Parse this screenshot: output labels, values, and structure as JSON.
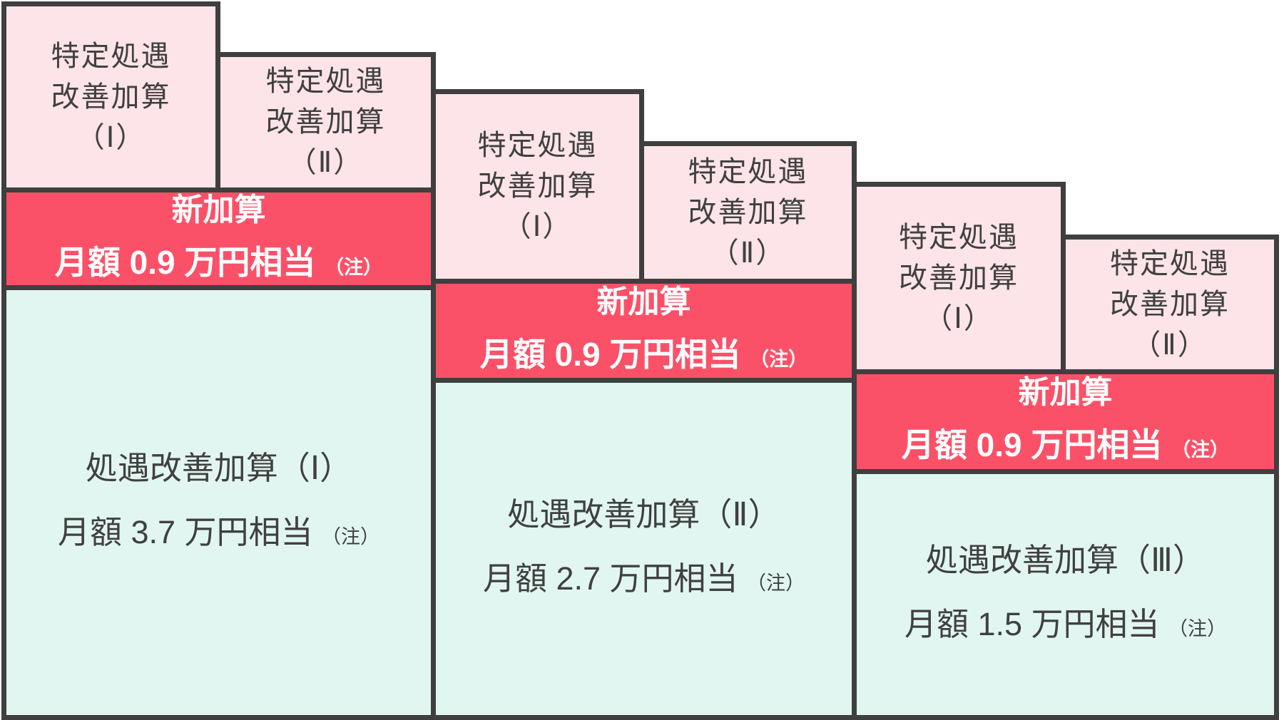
{
  "colors": {
    "background": "#ffffff",
    "light_pink": "#fce4e8",
    "accent_red": "#fb5168",
    "light_mint": "#e2f6f1",
    "border_gray": "#3f3f3f",
    "text_dark": "#404040",
    "text_on_red": "#ffffff"
  },
  "columns": [
    {
      "special_boxes": [
        {
          "lines": [
            "特定処遇",
            "改善加算",
            "（Ⅰ）"
          ]
        },
        {
          "lines": [
            "特定処遇",
            "改善加算",
            "（Ⅱ）"
          ]
        }
      ],
      "new_addition": {
        "title": "新加算",
        "amount": "月額 0.9 万円相当",
        "note": "（注）"
      },
      "base": {
        "name": "処遇改善加算（Ⅰ）",
        "amount": "月額 3.7 万円相当",
        "note": "（注）"
      }
    },
    {
      "special_boxes": [
        {
          "lines": [
            "特定処遇",
            "改善加算",
            "（Ⅰ）"
          ]
        },
        {
          "lines": [
            "特定処遇",
            "改善加算",
            "（Ⅱ）"
          ]
        }
      ],
      "new_addition": {
        "title": "新加算",
        "amount": "月額 0.9 万円相当",
        "note": "（注）"
      },
      "base": {
        "name": "処遇改善加算（Ⅱ）",
        "amount": "月額 2.7 万円相当",
        "note": "（注）"
      }
    },
    {
      "special_boxes": [
        {
          "lines": [
            "特定処遇",
            "改善加算",
            "（Ⅰ）"
          ]
        },
        {
          "lines": [
            "特定処遇",
            "改善加算",
            "（Ⅱ）"
          ]
        }
      ],
      "new_addition": {
        "title": "新加算",
        "amount": "月額 0.9 万円相当",
        "note": "（注）"
      },
      "base": {
        "name": "処遇改善加算（Ⅲ）",
        "amount": "月額 1.5 万円相当",
        "note": "（注）"
      }
    }
  ]
}
